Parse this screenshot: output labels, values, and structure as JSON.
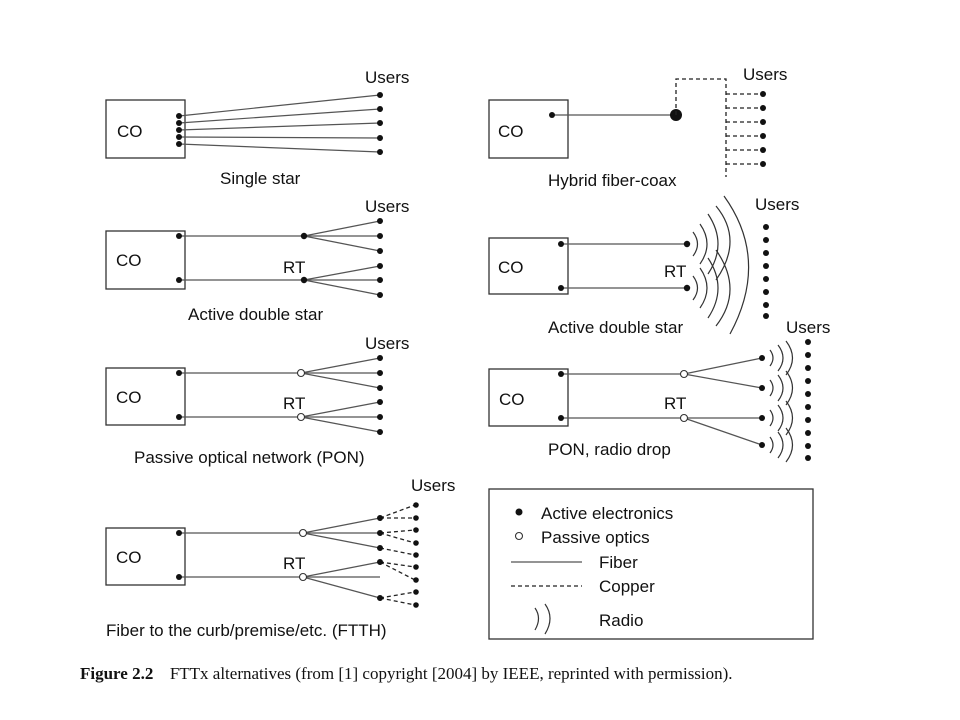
{
  "diagrams": {
    "single_star": {
      "co": "CO",
      "users": "Users",
      "title": "Single star"
    },
    "hfc": {
      "co": "CO",
      "users": "Users",
      "title": "Hybrid fiber-coax"
    },
    "active_double_star": {
      "co": "CO",
      "rt": "RT",
      "users": "Users",
      "title": "Active double star"
    },
    "active_double_star_radio": {
      "co": "CO",
      "rt": "RT",
      "users": "Users",
      "title": "Active double star"
    },
    "pon": {
      "co": "CO",
      "rt": "RT",
      "users": "Users",
      "title": "Passive optical network (PON)"
    },
    "pon_radio": {
      "co": "CO",
      "rt": "RT",
      "users": "Users",
      "title": "PON, radio drop"
    },
    "ftth": {
      "co": "CO",
      "rt": "RT",
      "users": "Users",
      "title": "Fiber to the curb/premise/etc. (FTTH)"
    }
  },
  "legend": {
    "active": "Active electronics",
    "passive": "Passive optics",
    "fiber": "Fiber",
    "copper": "Copper",
    "radio": "Radio"
  },
  "caption": {
    "label": "Figure 2.2",
    "text": "FTTx alternatives (from [1] copyright [2004] by IEEE, reprinted with  permission)."
  }
}
